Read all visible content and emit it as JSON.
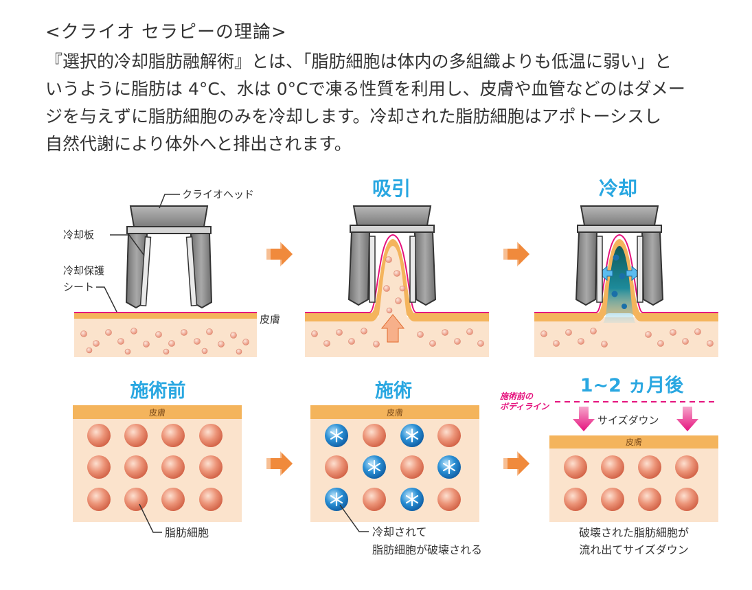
{
  "heading": "<クライオ セラピーの理論>",
  "intro": [
    "『選択的冷却脂肪融解術』とは、「脂肪細胞は体内の多組織よりも低温に弱い」と",
    "いうように脂肪は 4°C、水は 0°Cで凍る性質を利用し、皮膚や血管などのはダメー",
    "ジを与えずに脂肪細胞のみを冷却します。冷却された脂肪細胞はアポトーシスし",
    "自然代謝により体外へと排出されます。"
  ],
  "top_panels": {
    "labels": {
      "cryo_head": "クライオヘッド",
      "cooling_plate": "冷却板",
      "protective_sheet_1": "冷却保護",
      "protective_sheet_2": "シート",
      "skin": "皮膚"
    },
    "step_suction": "吸引",
    "step_cooling": "冷却"
  },
  "bottom_panels": {
    "before": {
      "title": "施術前",
      "skin": "皮膚",
      "caption": "脂肪細胞"
    },
    "during": {
      "title": "施術",
      "skin": "皮膚",
      "caption_1": "冷却されて",
      "caption_2": "脂肪細胞が破壊される"
    },
    "after": {
      "title": "1~2 ヵ月後",
      "skin": "皮膚",
      "bodyline_1": "施術前の",
      "bodyline_2": "ボディライン",
      "size_down": "サイズダウン",
      "caption_1": "破壊された脂肪細胞が",
      "caption_2": "流れ出てサイズダウン"
    }
  },
  "colors": {
    "title_blue": "#29a7e1",
    "arrow_orange": "#f08a3c",
    "skin_band": "#f4b45c",
    "fat_bg": "#fbe3cc",
    "fat_cell": "#e8876c",
    "frozen_cell": "#2a8fd4",
    "magenta": "#e5127d",
    "device_gray": "#8a8a8a"
  }
}
